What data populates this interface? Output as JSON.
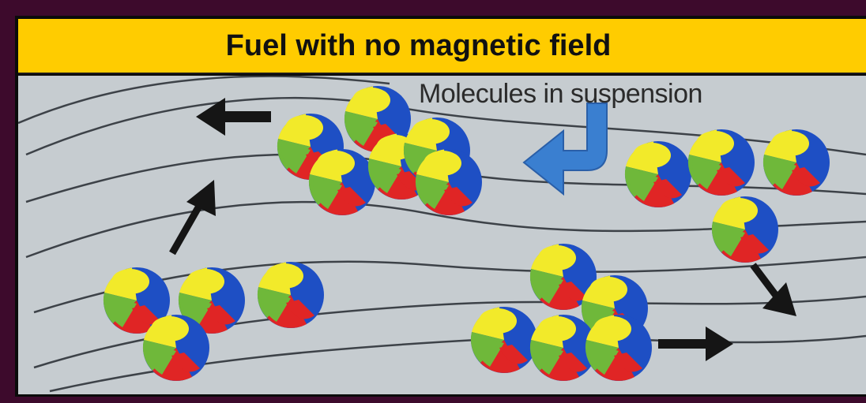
{
  "slide": {
    "title": "Fuel with no magnetic field",
    "caption": "Molecules in  suspension"
  },
  "colors": {
    "background": "#3d0a2c",
    "title_bar": "#ffcc00",
    "picture_background": "#c6ccd0",
    "molecule_yellow": "#f2ea2a",
    "molecule_green": "#6fb83a",
    "molecule_red": "#e02525",
    "molecule_blue": "#1e4fc4",
    "callout_arrow": "#3a7fd0"
  },
  "illustration": {
    "clusters": [
      {
        "name": "top-center-cluster",
        "atoms": 6
      },
      {
        "name": "right-cluster",
        "atoms": 4
      },
      {
        "name": "bottom-left-cluster",
        "atoms": 4
      },
      {
        "name": "bottom-center-cluster",
        "atoms": 5
      }
    ],
    "arrows": [
      "left",
      "up-right",
      "down-right",
      "right",
      "callout-down-left"
    ]
  }
}
